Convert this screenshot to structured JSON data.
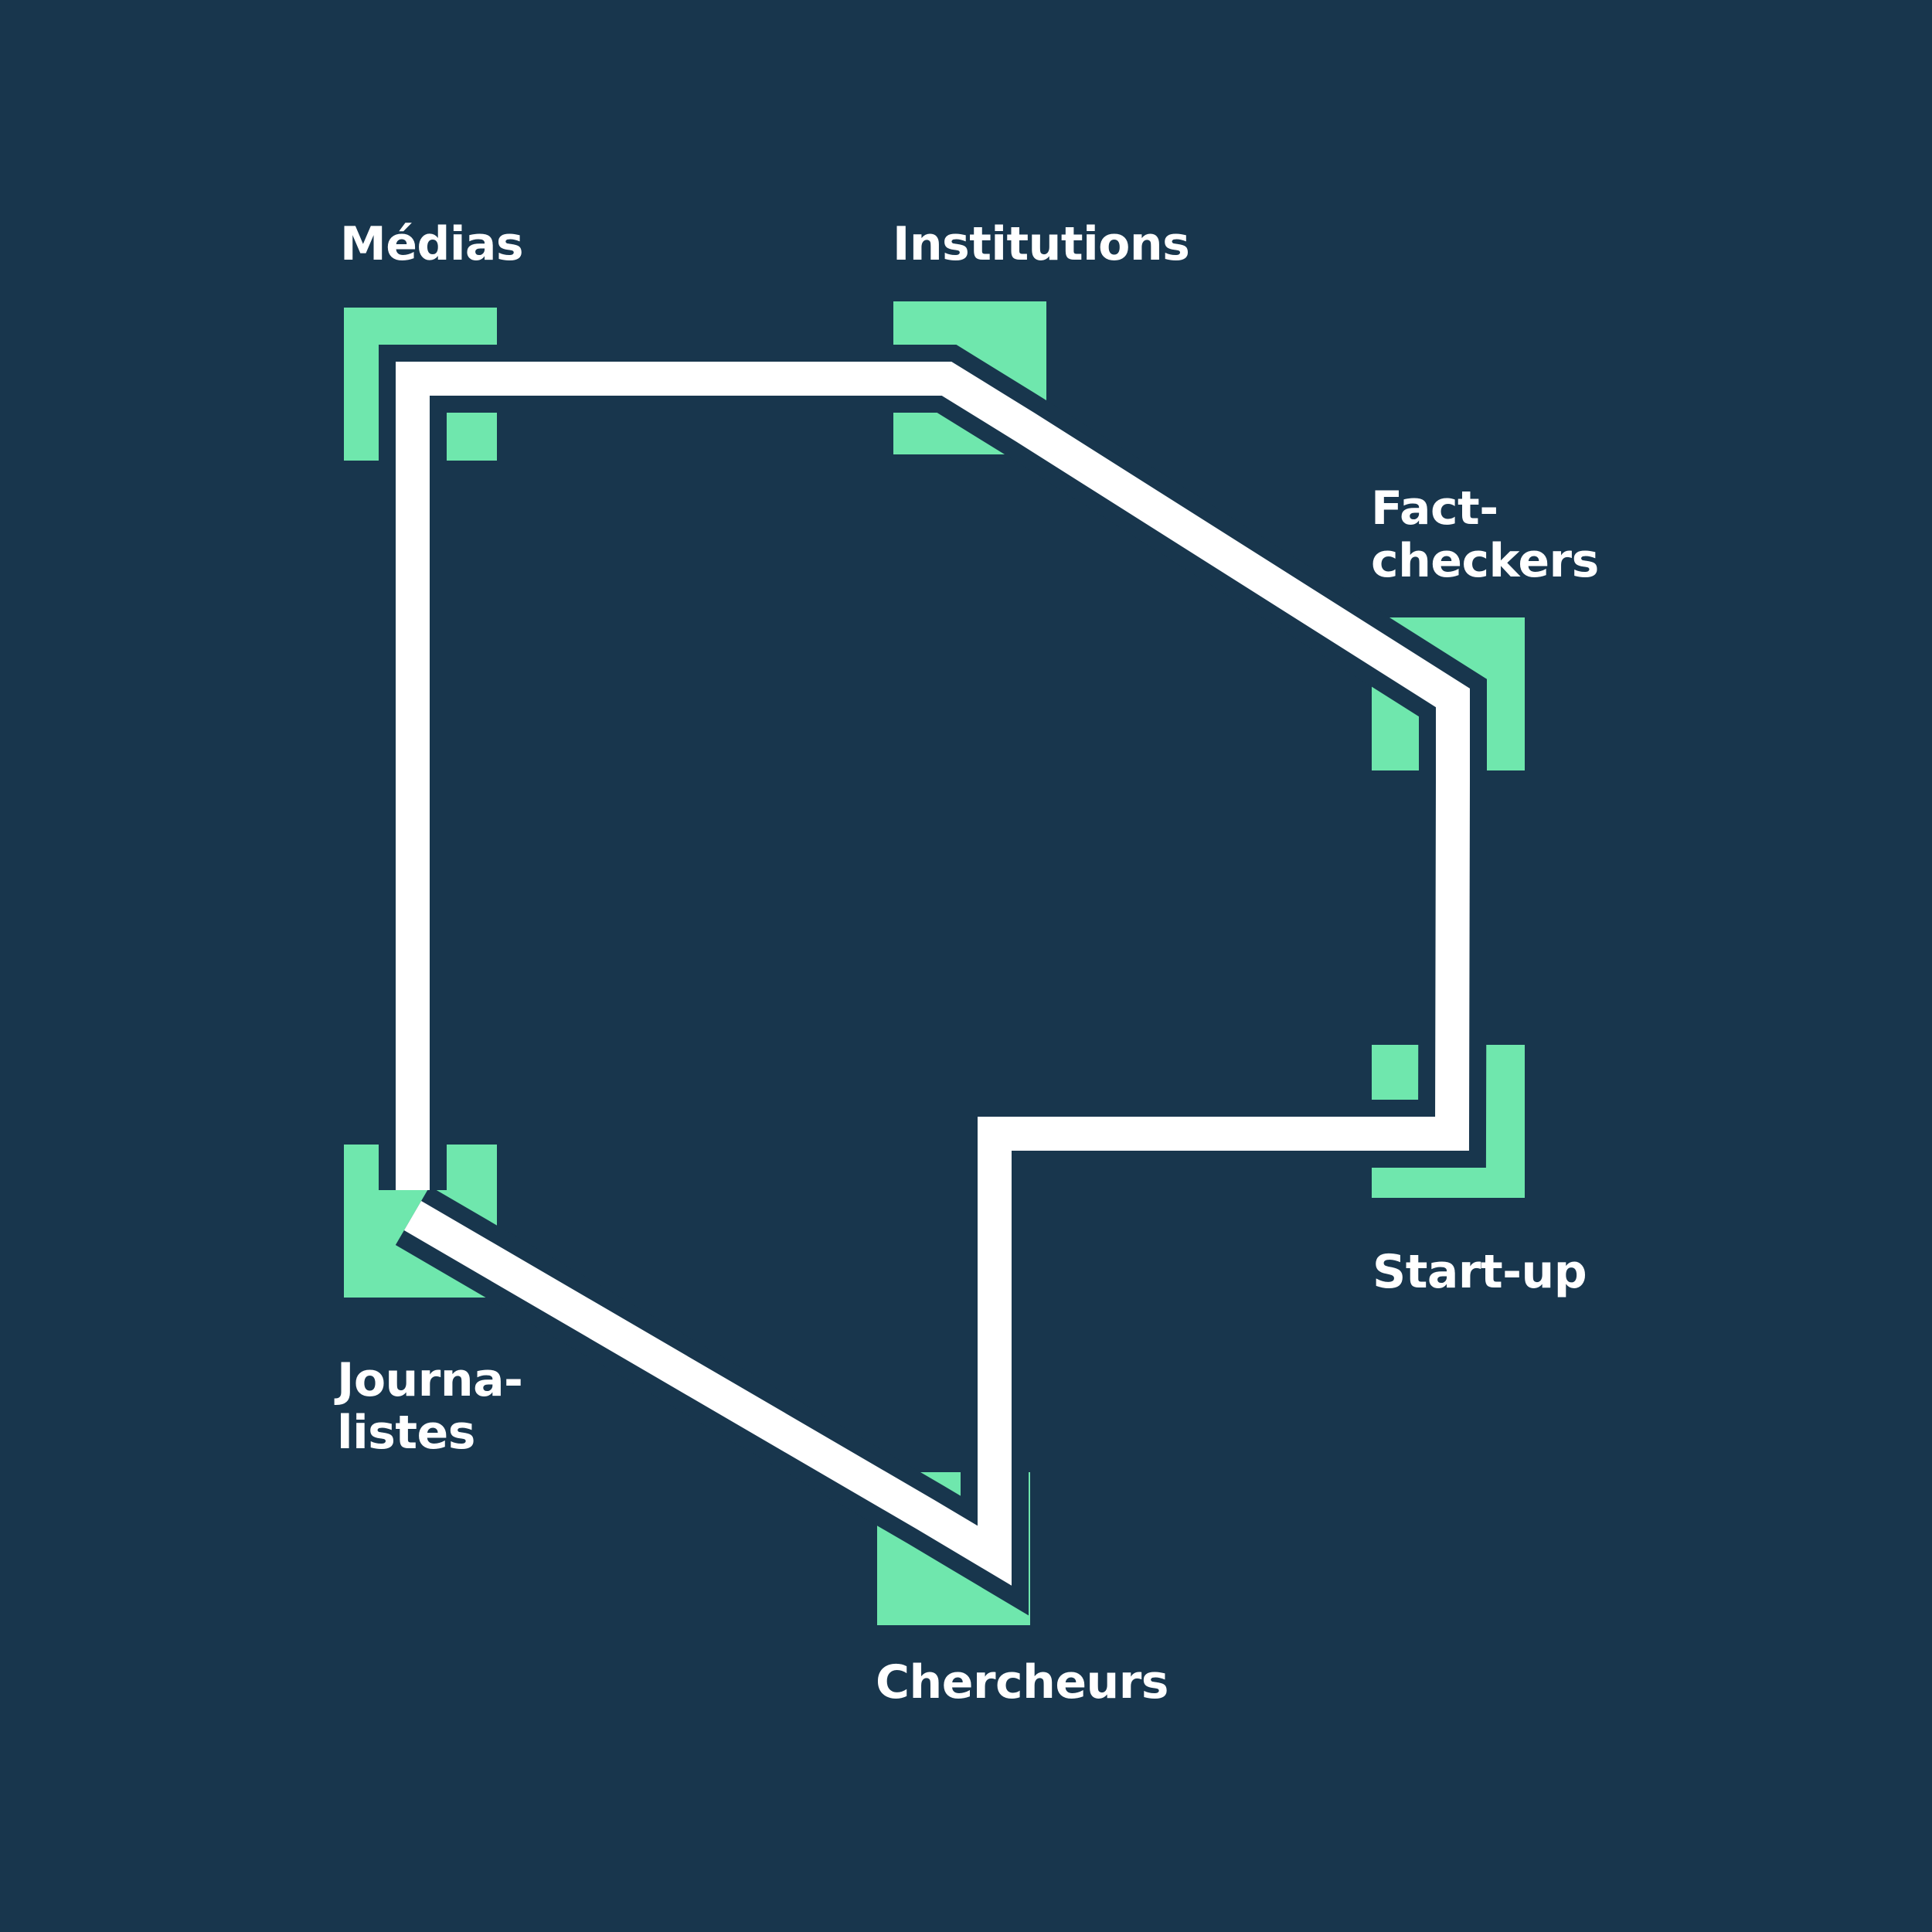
{
  "colors": {
    "background": "#18364d",
    "node": "#6fe7ad",
    "path": "#ffffff"
  },
  "nodes": [
    {
      "id": "medias",
      "label": "Médias"
    },
    {
      "id": "institutions",
      "label": "Institutions"
    },
    {
      "id": "fact-checkers",
      "label": "Fact-\ncheckers"
    },
    {
      "id": "start-up",
      "label": "Start-up"
    },
    {
      "id": "chercheurs",
      "label": "Chercheurs"
    },
    {
      "id": "journalistes",
      "label": "Journa-\nlistes"
    }
  ]
}
